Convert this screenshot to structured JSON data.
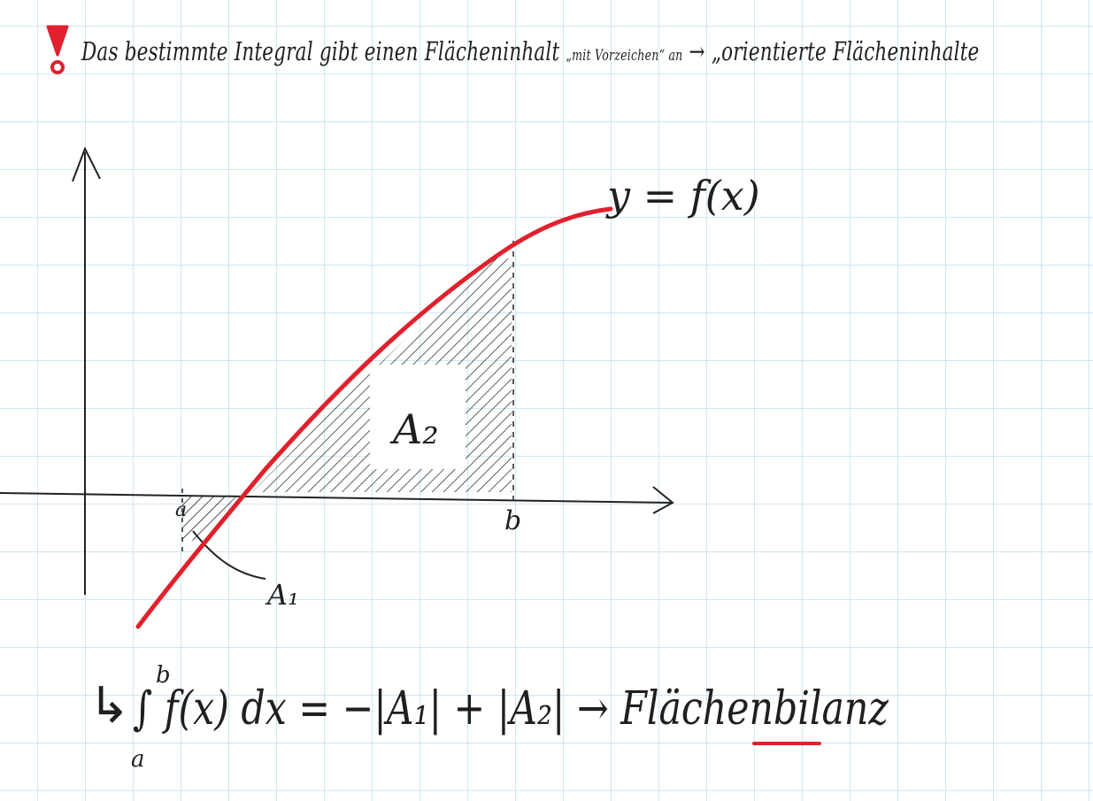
{
  "header": {
    "icon": "warning-exclamation-icon",
    "part1": "Das bestimmte Integral gibt einen Flächeninhalt",
    "small": "„mit Vorzeichen“ an",
    "arrow": "→",
    "part2": "„orientierte Flächeninhalte"
  },
  "diagram": {
    "function_label": "y = f(x)",
    "area_a2": "A₂",
    "area_a1": "A₁",
    "a": "a",
    "b": "b"
  },
  "formula": {
    "lead_arrow": "↳",
    "lower_limit": "a",
    "upper_limit": "b",
    "integral": "∫ f(x) dx = −|A₁| + |A₂|",
    "arrow": "→",
    "word_prefix": "Flächen",
    "word_underlined": "bilanz"
  },
  "colors": {
    "ink": "#1f1f1f",
    "accent": "#e0202c",
    "grid": "#cfe6f2"
  }
}
